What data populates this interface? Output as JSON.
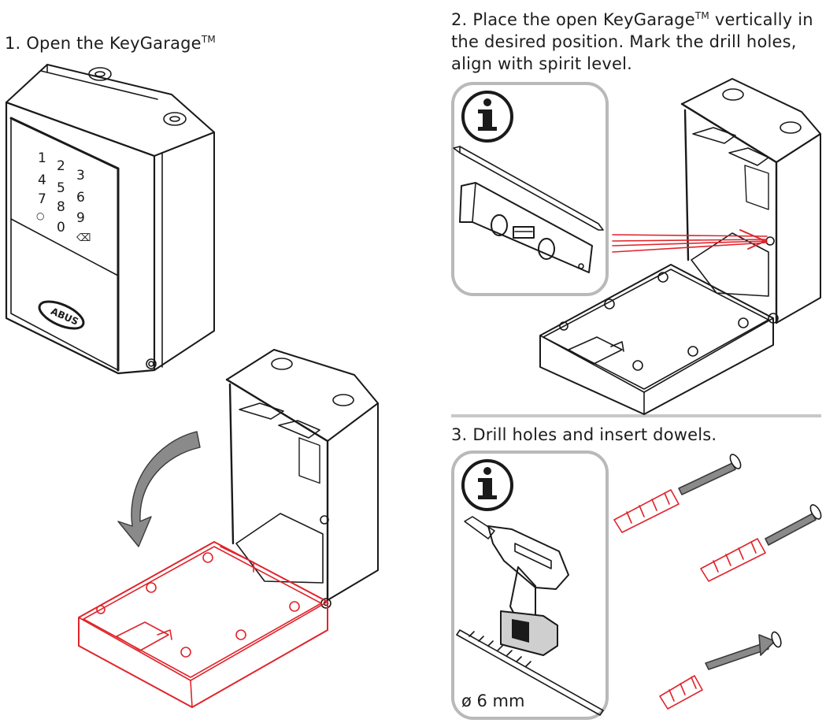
{
  "steps": {
    "s1": {
      "number": "1.",
      "text": "Open the KeyGarage",
      "tm": "TM"
    },
    "s2": {
      "line1_number": "2.",
      "line1": "Place the open KeyGarage",
      "tm": "TM",
      "line1_end": "vertically in",
      "line2": "the desired position. Mark the drill holes,",
      "line3": "align with spirit level."
    },
    "s3": {
      "number": "3.",
      "text": "Drill holes and insert dowels."
    }
  },
  "keypad": {
    "keys": [
      "1",
      "2",
      "3",
      "4",
      "5",
      "6",
      "7",
      "8",
      "9",
      "○",
      "0",
      "⌫"
    ]
  },
  "logo": "ABUS",
  "drill": {
    "size_label": "ø 6 mm"
  },
  "colors": {
    "accent": "#e0242b",
    "arrow_gray": "#8a8a8a",
    "outline": "#1a1a1a",
    "panel_border": "#b9b9b9"
  }
}
